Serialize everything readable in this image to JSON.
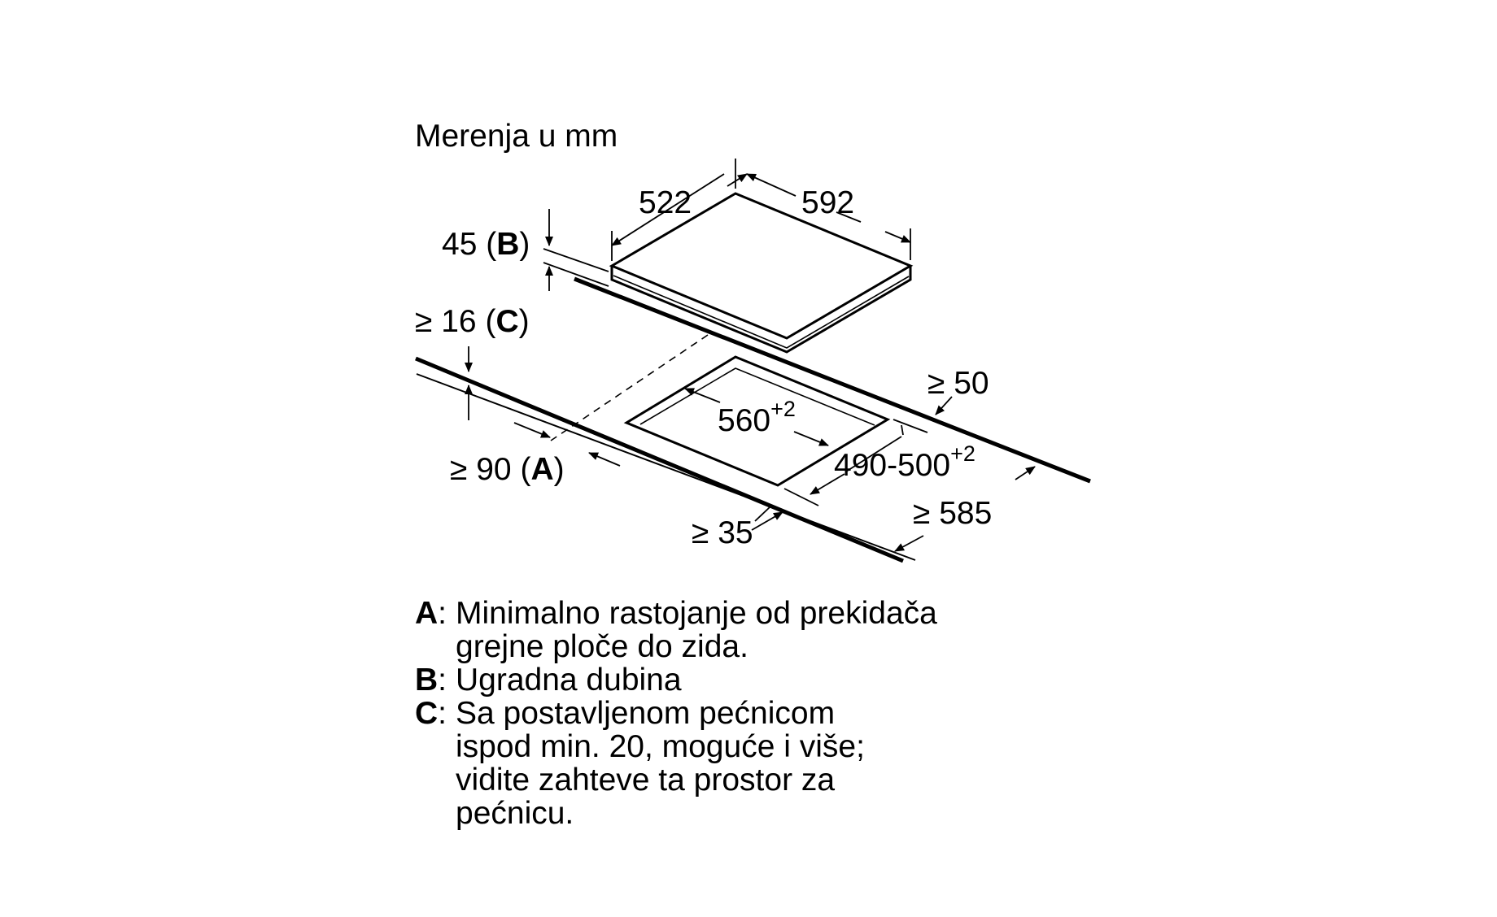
{
  "title": "Merenja u mm",
  "dimensions": {
    "hob_depth": "522",
    "hob_width": "592",
    "depth_b_value": "45 (",
    "depth_b_key": "B",
    "depth_b_close": ")",
    "c_value": "≥ 16 (",
    "c_key": "C",
    "c_close": ")",
    "a_value": "≥ 90 (",
    "a_key": "A",
    "a_close": ")",
    "rear": "≥ 50",
    "cutout_width": "560",
    "cutout_width_tol": "+2",
    "cutout_depth": "490-500",
    "cutout_depth_tol": "+2",
    "front": "≥ 35",
    "counter_depth": "≥ 585"
  },
  "legend": [
    {
      "key": "A",
      "text": "Minimalno rastojanje od prekidača grejne ploče do zida."
    },
    {
      "key": "B",
      "text": "Ugradna dubina"
    },
    {
      "key": "C",
      "text": "Sa postavljenom pećnicom ispod min. 20, moguće i više; vidite zahteve ta prostor za pećnicu."
    }
  ]
}
